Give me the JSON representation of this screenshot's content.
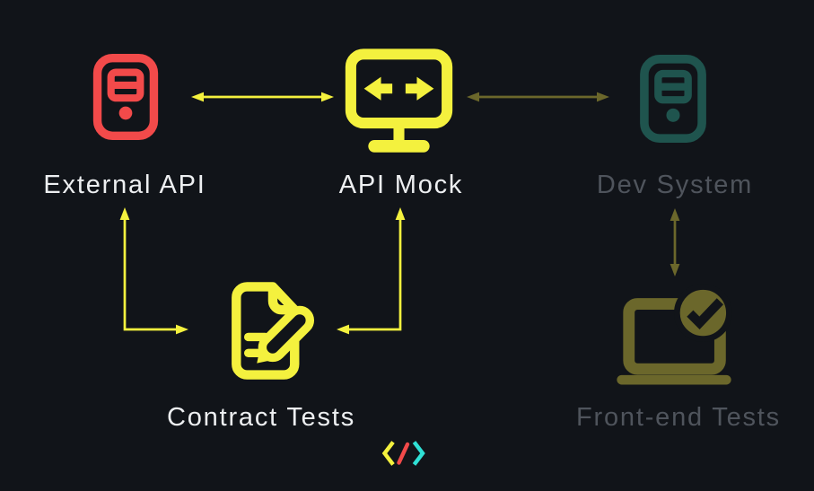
{
  "canvas": {
    "background": "#111419"
  },
  "title": "API mocking contract testing diagram",
  "nodes": [
    {
      "label": "External API",
      "icon": "server-icon",
      "state": "active",
      "color": "#f24a4a",
      "label_color": "#edeff1"
    },
    {
      "label": "API Mock",
      "icon": "monitor-sync-icon",
      "state": "active",
      "color": "#f4f13e",
      "label_color": "#edeff1"
    },
    {
      "label": "Dev System",
      "icon": "server-icon",
      "state": "dimmed",
      "color": "#1f544e",
      "label_color": "#4f545c"
    },
    {
      "label": "Contract Tests",
      "icon": "document-pen-icon",
      "state": "active",
      "color": "#f4f13e",
      "label_color": "#edeff1"
    },
    {
      "label": "Front-end Tests",
      "icon": "laptop-check-icon",
      "state": "dimmed",
      "color": "#6b672b",
      "label_color": "#4f545c"
    }
  ],
  "connections": [
    {
      "from": "External API",
      "to": "API Mock",
      "shape": "horizontal",
      "direction": "bidirectional",
      "color": "#f4f13e"
    },
    {
      "from": "API Mock",
      "to": "Dev System",
      "shape": "horizontal",
      "direction": "bidirectional",
      "color": "#6b672b"
    },
    {
      "from": "Dev System",
      "to": "Front-end Tests",
      "shape": "vertical",
      "direction": "bidirectional",
      "color": "#6b672b"
    },
    {
      "from": "Contract Tests",
      "to": "External API",
      "shape": "elbow",
      "direction": "bidirectional",
      "color": "#f4f13e"
    },
    {
      "from": "Contract Tests",
      "to": "API Mock",
      "shape": "elbow",
      "direction": "bidirectional",
      "color": "#f4f13e"
    }
  ],
  "logo": {
    "glyphs": [
      "<",
      "/",
      ">"
    ],
    "colors": {
      "open": "#f4f13e",
      "slash": "#f24a4a",
      "close": "#2fe0d5"
    }
  }
}
